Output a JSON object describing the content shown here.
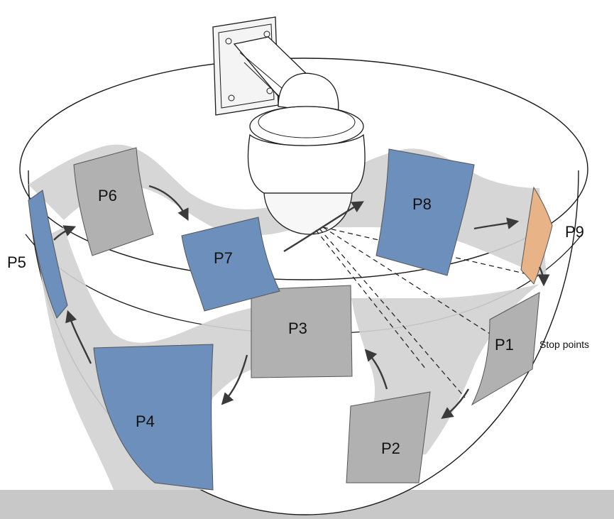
{
  "stops": [
    {
      "label": "P1",
      "kind": "gray"
    },
    {
      "label": "P2",
      "kind": "gray"
    },
    {
      "label": "P3",
      "kind": "gray"
    },
    {
      "label": "P4",
      "kind": "blue"
    },
    {
      "label": "P5",
      "kind": "blue"
    },
    {
      "label": "P6",
      "kind": "gray"
    },
    {
      "label": "P7",
      "kind": "blue"
    },
    {
      "label": "P8",
      "kind": "blue"
    },
    {
      "label": "P9",
      "kind": "orange"
    }
  ],
  "annotation": "Stop points",
  "colors": {
    "gray": "#b1b1b1",
    "blue": "#6d8fbc",
    "orange": "#e8b487",
    "path_band": "#d2d2d2",
    "outline": "#1a1a1a",
    "footer": "#c8c8c8"
  }
}
